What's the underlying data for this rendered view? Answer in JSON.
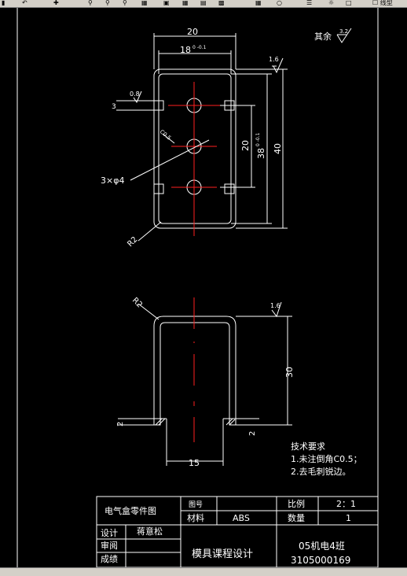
{
  "toolbar": {
    "tool_items": [
      "save-icon",
      "undo-icon",
      "pan-icon",
      "zoom-realtime-icon",
      "zoom-window-icon",
      "zoom-previous-icon",
      "properties-icon",
      "design-center-icon",
      "tool-palettes-icon",
      "markup-icon",
      "calculator-icon",
      "layer-icon",
      "light-bulb-icon",
      "lock-icon"
    ],
    "partial_label": "☐ 线型"
  },
  "drawing": {
    "top_view": {
      "dim_width_total": "20",
      "dim_width_inner": "18",
      "dim_width_inner_tol": "0 -0.1",
      "roughness_top": "1.6",
      "roughness_left": "0.8",
      "dim_small_left": "3",
      "dim_center": "20",
      "dim_inner_height": "38",
      "dim_inner_height_tol": "0 -0.1",
      "dim_height_total": "40",
      "chamfer_label": "C0.5",
      "holes_label": "3×φ4",
      "radius_label": "R2"
    },
    "front_view": {
      "radius_label": "R2",
      "roughness": "1.6",
      "dim_height": "30",
      "dim_left_step": "2",
      "dim_right_step": "2",
      "dim_bottom": "15"
    },
    "surface_note": {
      "label": "其余",
      "value": "3.2"
    },
    "tech_requirements": {
      "title": "技术要求",
      "items": [
        "1.未注倒角C0.5；",
        "2.去毛刺锐边。"
      ]
    },
    "title_block": {
      "drawing_name": "电气盒零件图",
      "label_drawing_no": "图号",
      "label_material": "材料",
      "material": "ABS",
      "label_scale": "比例",
      "scale": "2：1",
      "label_quantity": "数量",
      "quantity": "1",
      "label_design": "设计",
      "designer": "蒋意松",
      "label_review": "审阅",
      "label_grade": "成绩",
      "course": "模具课程设计",
      "class_name": "05机电4班",
      "student_id": "3105000169"
    }
  }
}
